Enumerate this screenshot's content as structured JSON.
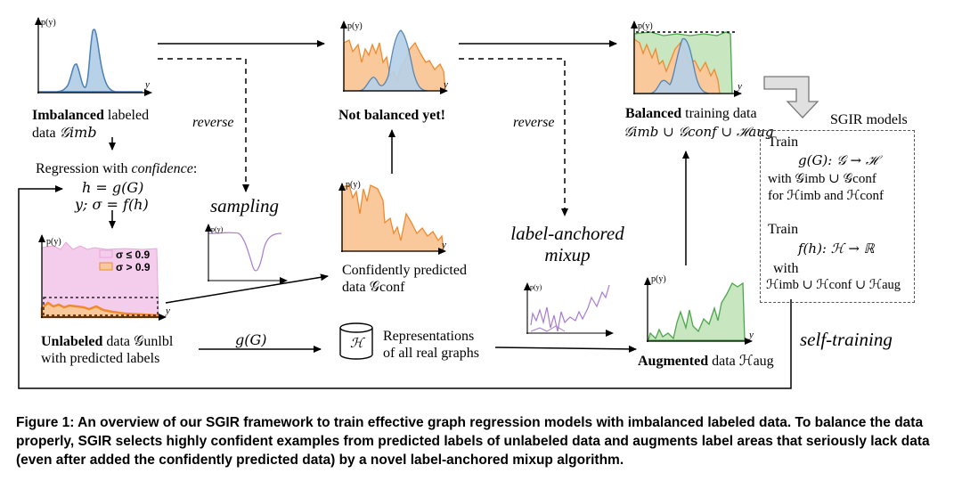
{
  "labels": {
    "imbalanced_bold": "Imbalanced",
    "imbalanced_rest": "labeled",
    "imbalanced_line2": "data",
    "g_imb": "𝒢imb",
    "regression_pre": "Regression with",
    "regression_conf": "confidence",
    "regression_colon": ":",
    "eq1": "h = g(G)",
    "eq2": "y; σ = f(h)",
    "reverse1": "reverse",
    "reverse2": "reverse",
    "sampling": "sampling",
    "not_balanced": "Not balanced yet!",
    "confident_line1": "Confidently predicted",
    "confident_line2": "data 𝒢conf",
    "balanced_bold": "Balanced",
    "balanced_rest": "training data",
    "balanced_line2": "𝒢imb ∪ 𝒢conf ∪ ℋaug",
    "lam_line1": "label-anchored",
    "lam_line2": "mixup",
    "augmented_bold": "Augmented",
    "augmented_rest": "data ℋaug",
    "unlabeled_bold": "Unlabeled",
    "unlabeled_rest": "data 𝒢unlbl",
    "unlabeled_line2": "with predicted labels",
    "gG": "g(G)",
    "H": "ℋ",
    "repr_line1": "Representations",
    "repr_line2": "of all real graphs",
    "self_training": "self-training",
    "sgir_models": "SGIR models",
    "legend_low": "σ ≤ 0.9",
    "legend_high": "σ > 0.9",
    "axis_py": "p(y)",
    "axis_y": "y"
  },
  "models": {
    "train1": "Train",
    "eqA": "g(G): 𝒢 → ℋ",
    "withA": "with 𝒢imb ∪ 𝒢conf",
    "forA": "for ℋimb and ℋconf",
    "train2": "Train",
    "eqB": "f(h): ℋ → ℝ",
    "withB": "with",
    "setB": "ℋimb ∪ ℋconf ∪ ℋaug"
  },
  "caption": "Figure 1: An overview of our SGIR framework to train effective graph regression models with imbalanced labeled data. To balance the data properly, SGIR selects highly confident examples from predicted labels of unlabeled data and augments label areas that seriously lack data (even after added the confidently predicted data) by a novel label-anchored mixup algorithm.",
  "colors": {
    "blue_fill": "#b7d1e8",
    "blue_line": "#4a7fb5",
    "orange_fill": "#f9c89b",
    "orange_line": "#f08a2e",
    "green_fill": "#c8e6c0",
    "green_line": "#4ca64c",
    "pink_fill": "#f4cdec",
    "purple_line": "#a77bd1"
  }
}
